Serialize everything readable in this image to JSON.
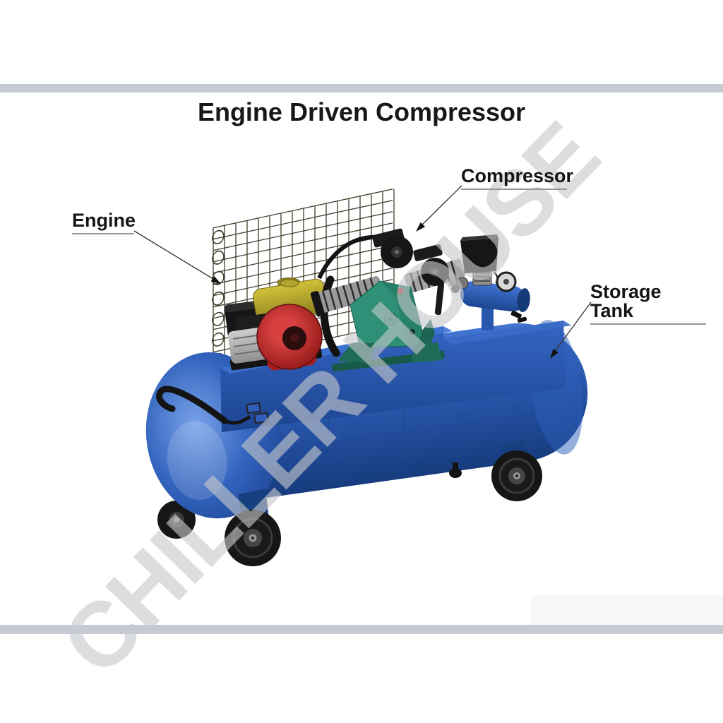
{
  "title": "Engine Driven Compressor",
  "watermark": "CHILLER HOUSE",
  "labels": {
    "engine": "Engine",
    "compressor": "Compressor",
    "storage_tank": "Storage Tank"
  },
  "diagram": {
    "type": "labeled-illustration",
    "subject": "Engine driven air compressor unit",
    "parts": [
      {
        "name": "Engine",
        "description": "gasoline engine with black air cleaner, yellow fuel tank and red recoil housing"
      },
      {
        "name": "Compressor",
        "description": "teal compressor pump with twin black flywheels and finned cylinders"
      },
      {
        "name": "Storage Tank",
        "description": "blue horizontal air receiver tank on wheels with pressure switch, gauge and manifold"
      },
      {
        "name": "Belt guard mesh",
        "description": "wire mesh safety guard behind engine and pump"
      }
    ],
    "colors": {
      "border_bar": "#c6cad3",
      "background": "#ffffff",
      "tank_blue": "#2a57ae",
      "platform_blue": "#2553ac",
      "compressor_teal": "#2f9077",
      "engine_red": "#b62525",
      "fuel_tank_yellow": "#bfae2e",
      "black_parts": "#161616",
      "silver": "#aeaeae",
      "mesh_wire": "#3f3f2c",
      "label_text": "#151515",
      "leader_line": "#3a3a3a",
      "watermark_gray": "#c7c8cc"
    }
  }
}
